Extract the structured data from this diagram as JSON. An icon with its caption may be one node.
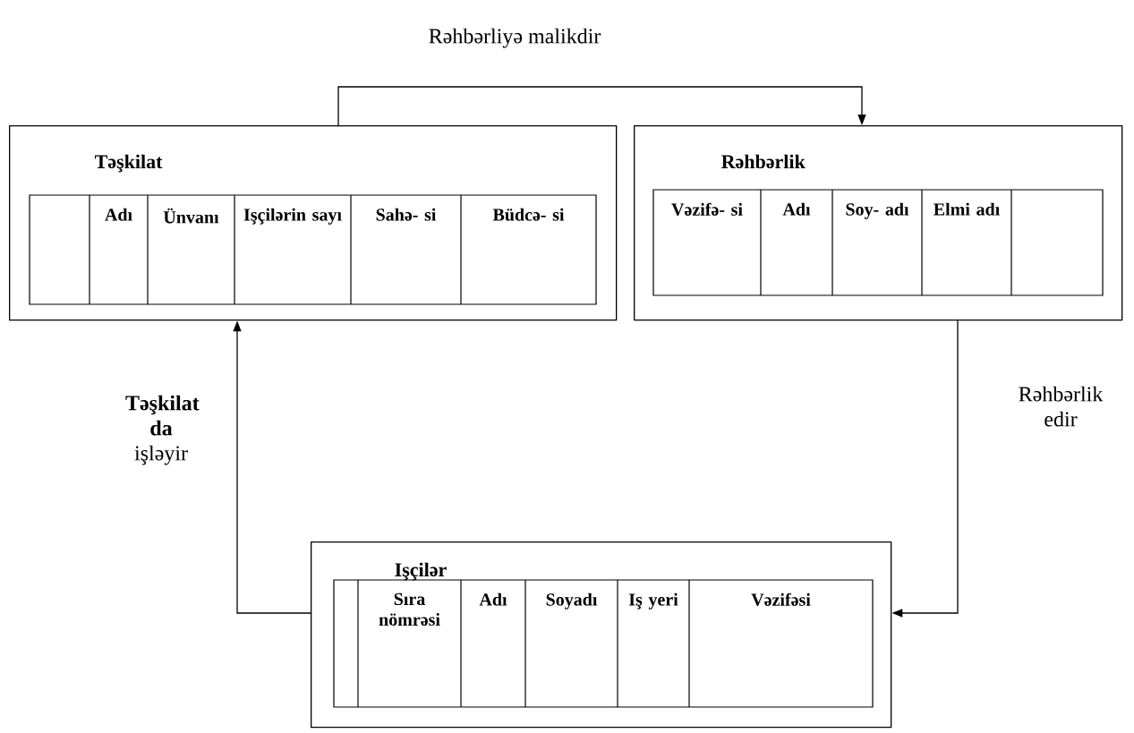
{
  "diagram": {
    "nodes": [
      {
        "text": [
          "Təşkilat"
        ]
      },
      {
        "text": [
          "Rəhbərlik"
        ]
      },
      {
        "text": [
          "Işçilər"
        ]
      }
    ],
    "edges": [
      {
        "from": 0,
        "to": 1,
        "arrow": "to",
        "label": "Rəhbərliyə malikdir"
      },
      {
        "from": 1,
        "to": 2,
        "arrow": "to",
        "label": "Rəhbərlik edir"
      },
      {
        "from": 2,
        "to": 0,
        "arrow": "to",
        "label": "**Təşkilat da** işləyir"
      }
    ],
    "labels": [
      "Adı",
      "Ünvanı",
      "Işçilərin sayı",
      "Sahə- si",
      "Büdcə- si",
      "Vəzifə- si",
      "Adı",
      "Soy- adı",
      "Elmi adı",
      "Sıra nömrəsi",
      "Adı",
      "Soyadı",
      "Iş yeri",
      "Vəzifəsi"
    ]
  }
}
